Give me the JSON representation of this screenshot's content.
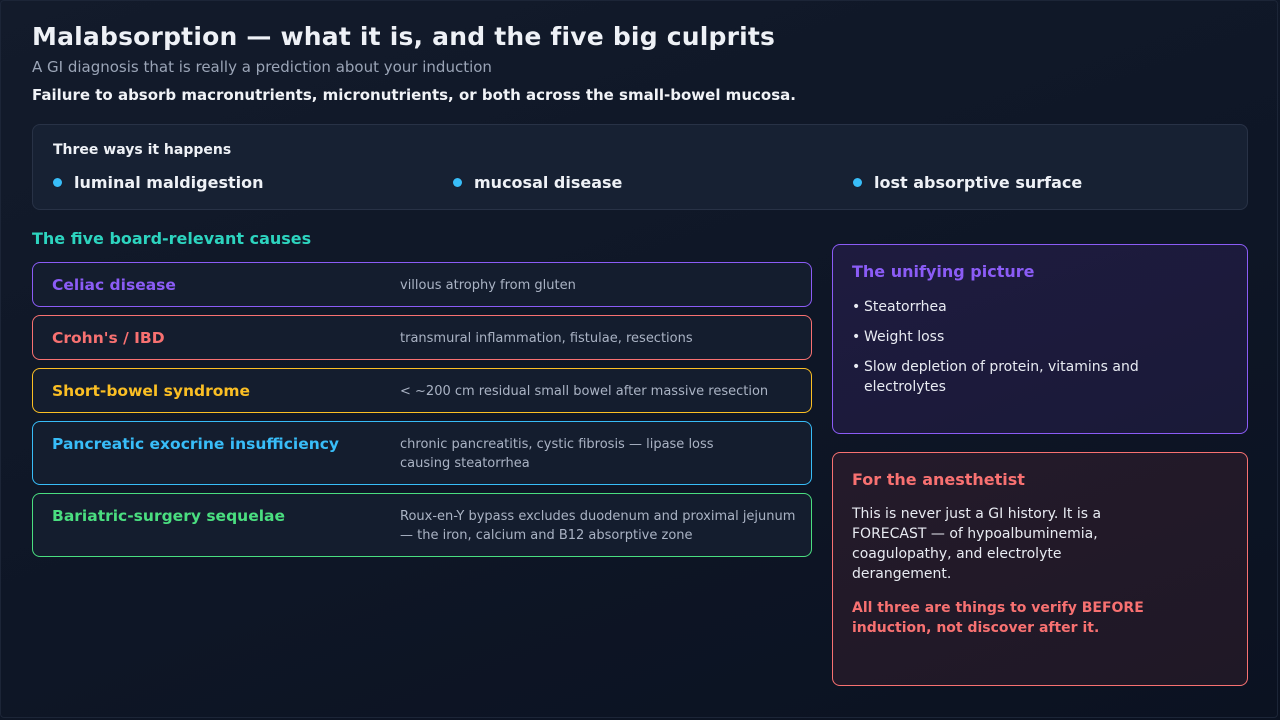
{
  "header": {
    "title": "Malabsorption — what it is, and the five big culprits",
    "subtitle": "A GI diagnosis that is really a prediction about your induction",
    "definition": "Failure to absorb macronutrients, micronutrients, or both across the small-bowel mucosa."
  },
  "mechanisms": {
    "heading": "Three ways it happens",
    "accent_color": "#38bdf8",
    "items": [
      {
        "label": "luminal maldigestion"
      },
      {
        "label": "mucosal disease"
      },
      {
        "label": "lost absorptive surface"
      }
    ]
  },
  "causes": {
    "heading": "The five board-relevant causes",
    "heading_color": "#2dd4bf",
    "items": [
      {
        "name": "Celiac disease",
        "description": "villous atrophy from gluten",
        "color": "#8b5cf6"
      },
      {
        "name": "Crohn's / IBD",
        "description": "transmural inflammation, fistulae, resections",
        "color": "#f87171"
      },
      {
        "name": "Short-bowel syndrome",
        "description": "< ~200 cm residual small bowel after massive resection",
        "color": "#fbbf24"
      },
      {
        "name": "Pancreatic exocrine insufficiency",
        "description": "chronic pancreatitis, cystic fibrosis — lipase loss causing steatorrhea",
        "color": "#38bdf8"
      },
      {
        "name": "Bariatric-surgery sequelae",
        "description": "Roux-en-Y bypass excludes duodenum and proximal jejunum — the iron, calcium and B12 absorptive zone",
        "color": "#4ade80"
      }
    ]
  },
  "unifying": {
    "title": "The unifying picture",
    "color": "#8b5cf6",
    "bullet_glyph": "•",
    "bullets": [
      "Steatorrhea",
      "Weight loss",
      "Slow depletion of protein, vitamins and electrolytes"
    ]
  },
  "anesthetist": {
    "title": "For the anesthetist",
    "color": "#f87171",
    "body": "This is never just a GI history. It is a FORECAST — of hypoalbuminemia, coagulopathy, and electrolyte derangement.",
    "alert": "All three are things to verify BEFORE induction, not discover after it."
  }
}
